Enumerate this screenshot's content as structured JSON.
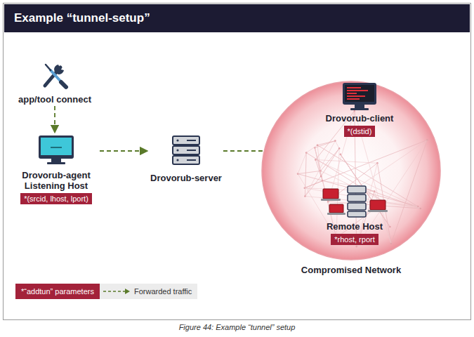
{
  "diagram": {
    "title": "Example “tunnel-setup”",
    "caption": "Figure 44: Example “tunnel” setup",
    "nodes": [
      {
        "text": [
          "app/tool connect"
        ]
      },
      {
        "text": [
          "Drovorub-agent Listening Host",
          "*(srcid, lhost, lport)"
        ]
      },
      {
        "text": [
          "Drovorub-server"
        ]
      },
      {
        "text": [
          "Compromised Network"
        ]
      },
      {
        "text": [
          "Drovorub-client",
          "*(dstid)"
        ],
        "in": 3
      },
      {
        "text": [
          "Remote Host",
          "*rhost, rport"
        ],
        "in": 3
      }
    ],
    "edges": [
      {
        "from": 0,
        "to": 1,
        "arrow": "to"
      },
      {
        "from": 1,
        "to": 2,
        "arrow": "to"
      },
      {
        "from": 2,
        "to": 4,
        "arrow": "to"
      },
      {
        "from": 4,
        "to": 5,
        "arrow": "to"
      }
    ],
    "legend": [
      {
        "text": "*“addtun” parameters",
        "color": "#a3223a"
      },
      {
        "text": "Forwarded traffic"
      }
    ]
  }
}
